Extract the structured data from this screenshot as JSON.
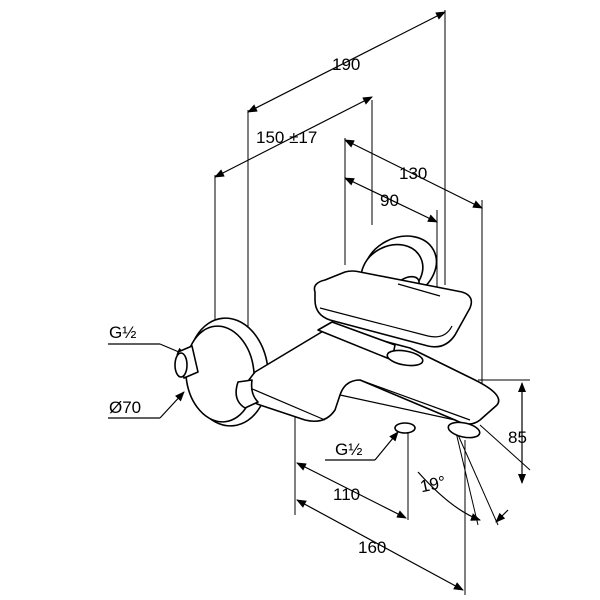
{
  "dimensions": {
    "overall_depth": "190",
    "wall_distance": "150 ±17",
    "lever_depth": "130",
    "lever_offset": "90",
    "height": "85",
    "spout_inner": "110",
    "spout_outer": "160",
    "spout_angle": "19°"
  },
  "labels": {
    "inlet_thread": "G½",
    "escutcheon_diameter": "Ø70",
    "outlet_thread": "G½"
  }
}
